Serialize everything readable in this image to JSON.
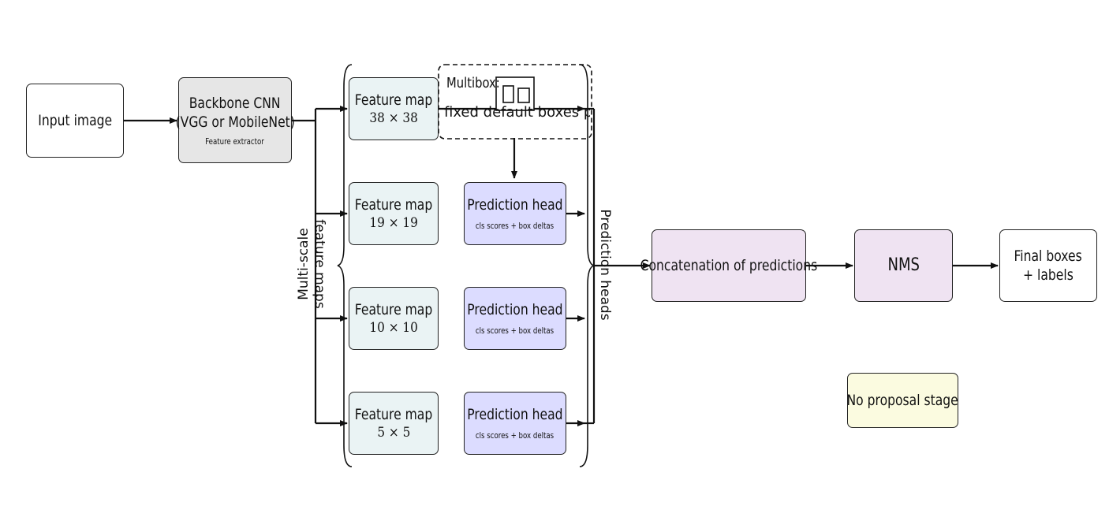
{
  "input": {
    "label": "Input image"
  },
  "backbone": {
    "title": "Backbone CNN",
    "subtitle": "(VGG or MobileNet)",
    "note": "Feature extractor"
  },
  "multibox": {
    "title": "Multibox:",
    "caption": "fixed default boxes per cell"
  },
  "feature_maps": [
    {
      "label": "Feature map",
      "size": "38 × 38"
    },
    {
      "label": "Feature map",
      "size": "19 × 19"
    },
    {
      "label": "Feature map",
      "size": "10 × 10"
    },
    {
      "label": "Feature map",
      "size": "5 × 5"
    }
  ],
  "prediction_heads": [
    {
      "label": "Prediction head",
      "note": "cls scores + box deltas"
    },
    {
      "label": "Prediction head",
      "note": "cls scores + box deltas"
    },
    {
      "label": "Prediction head",
      "note": "cls scores + box deltas"
    }
  ],
  "brace_labels": {
    "multiscale_1": "Multi-scale",
    "multiscale_2": "feature maps",
    "heads": "Prediction heads"
  },
  "concat": {
    "label": "Concatenation of predictions"
  },
  "nms": {
    "label": "NMS"
  },
  "final": {
    "line1": "Final boxes",
    "line2": "+ labels"
  },
  "note": {
    "label": "No proposal stage"
  }
}
